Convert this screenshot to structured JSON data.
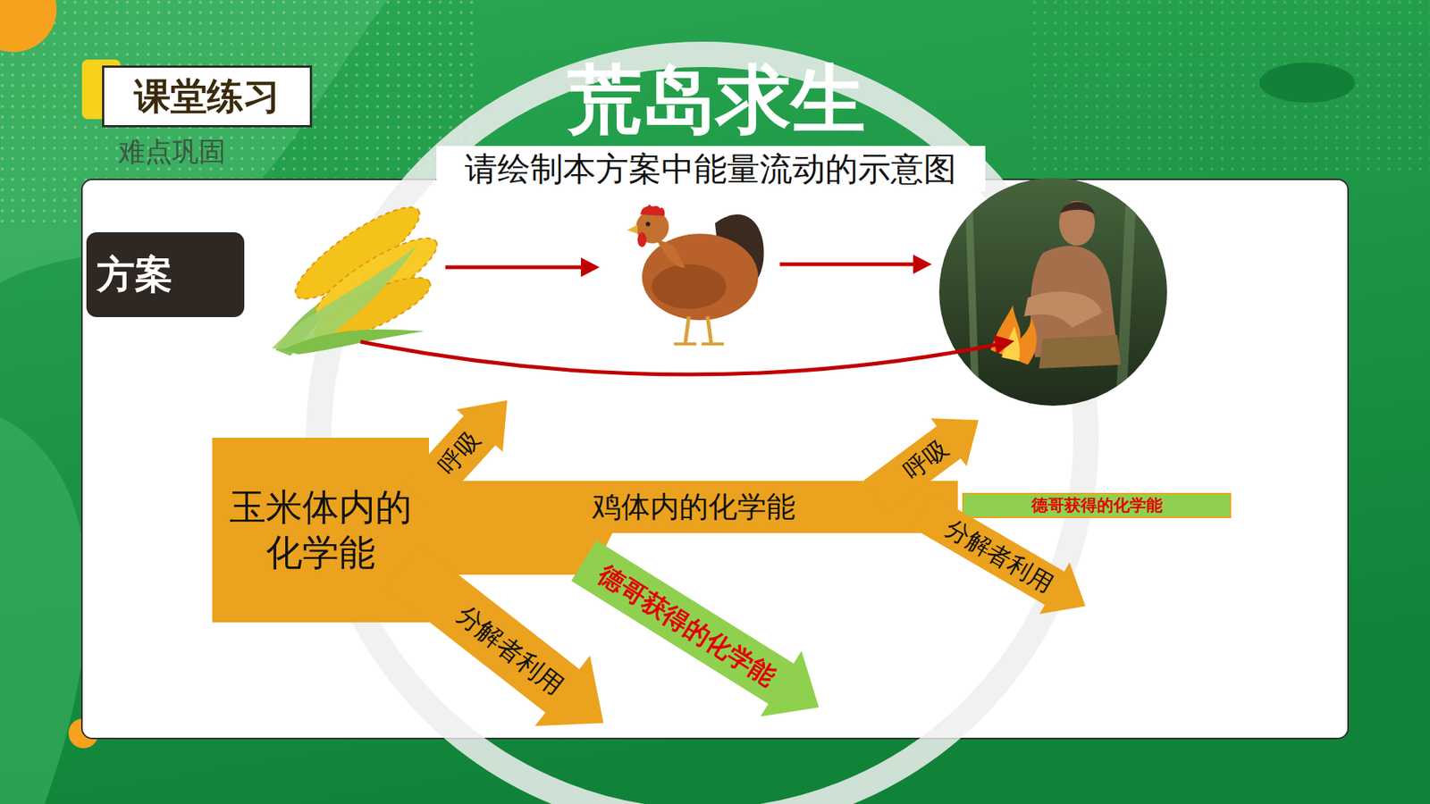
{
  "diagram": {
    "title": "荒岛求生",
    "nodes": [
      {
        "text": [
          "课堂练习"
        ]
      },
      {
        "text": [
          "请绘制本方案中能量流动的示意图"
        ]
      },
      {
        "text": [
          "方案"
        ]
      },
      {
        "text": [
          "玉米体内的化学能"
        ]
      },
      {
        "text": [
          "呼吸"
        ]
      },
      {
        "text": [
          "鸡体内的化学能"
        ]
      },
      {
        "text": [
          "呼吸"
        ]
      },
      {
        "text": [
          "德哥获得的化学能"
        ]
      },
      {
        "text": [
          "分解者利用"
        ]
      },
      {
        "text": [
          "分解者利用"
        ]
      },
      {
        "text": [
          "德哥获得的化学能"
        ]
      }
    ],
    "labels": [
      "难点巩固"
    ]
  }
}
